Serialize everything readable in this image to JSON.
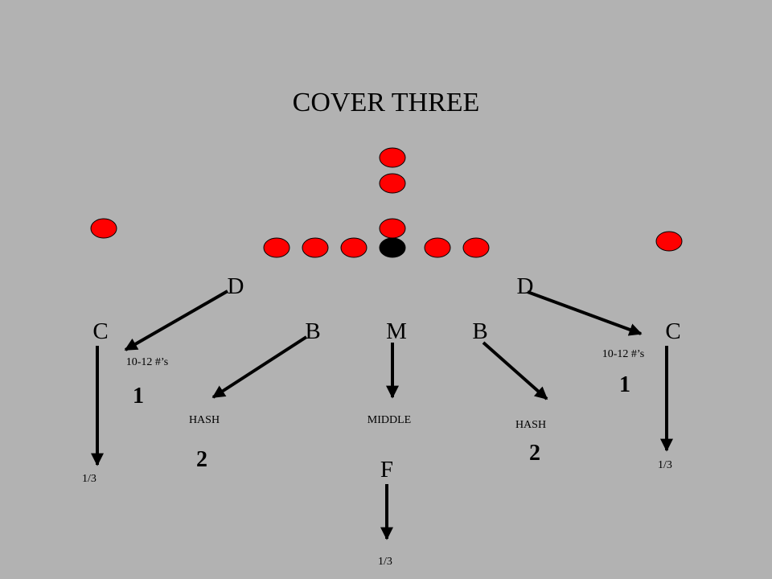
{
  "title": "COVER THREE",
  "colors": {
    "background": "#b2b2b2",
    "offense": "#ff0000",
    "ball": "#000000",
    "stroke": "#000000"
  },
  "defenders": {
    "end_left": "D",
    "end_right": "D",
    "corner_left": "C",
    "backer_left": "B",
    "mike": "M",
    "backer_right": "B",
    "corner_right": "C",
    "free_safety": "F"
  },
  "annotations": {
    "depth_left": "10-12 #’s",
    "depth_right": "10-12 #’s",
    "curl_left_num": "1",
    "curl_right_num": "1",
    "hash_left": "HASH",
    "hash_right": "HASH",
    "middle": "MIDDLE",
    "hook_left_num": "2",
    "hook_right_num": "2",
    "third_left": "1/3",
    "third_right": "1/3",
    "third_middle": "1/3"
  }
}
